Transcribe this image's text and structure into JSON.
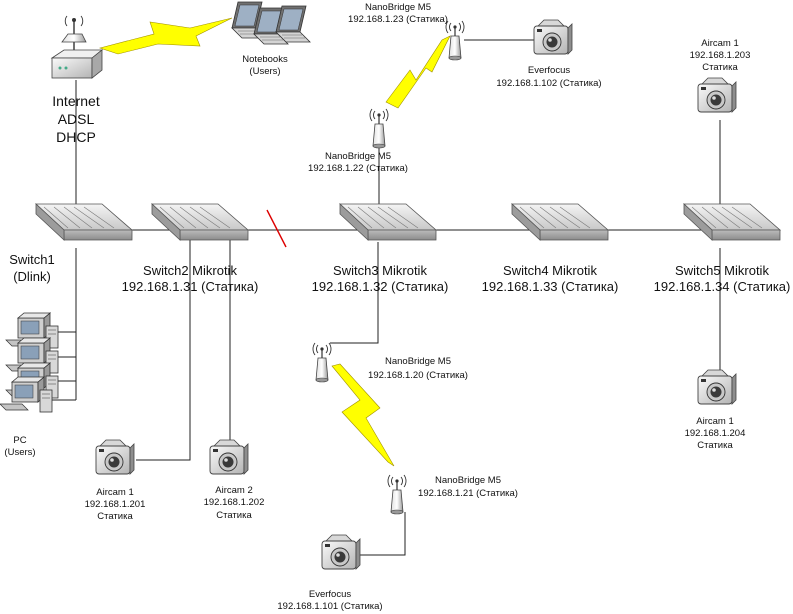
{
  "internet": {
    "line1": "Internet",
    "line2": "ADSL",
    "line3": "DHCP"
  },
  "notebooks": {
    "line1": "Notebooks",
    "line2": "(Users)"
  },
  "pc": {
    "line1": "PC",
    "line2": "(Users)"
  },
  "switch1": {
    "line1": "Switch1",
    "line2": "(Dlink)"
  },
  "switch2": {
    "name": "Switch2 Mikrotik",
    "ip": "192.168.1.31 (Статика)"
  },
  "switch3": {
    "name": "Switch3 Mikrotik",
    "ip": "192.168.1.32 (Статика)"
  },
  "switch4": {
    "name": "Switch4 Mikrotik",
    "ip": "192.168.1.33 (Статика)"
  },
  "switch5": {
    "name": "Switch5 Mikrotik",
    "ip": "192.168.1.34 (Статика)"
  },
  "nb23": {
    "name": "NanoBridge M5",
    "ip": "192.168.1.23 (Статика)"
  },
  "nb22": {
    "name": "NanoBridge M5",
    "ip": "192.168.1.22 (Статика)"
  },
  "nb20": {
    "name": "NanoBridge M5",
    "ip": "192.168.1.20 (Статика)"
  },
  "nb21": {
    "name": "NanoBridge M5",
    "ip": "192.168.1.21 (Статика)"
  },
  "everfocus102": {
    "name": "Everfocus",
    "ip": "192.168.1.102 (Статика)"
  },
  "everfocus101": {
    "name": "Everfocus",
    "ip": "192.168.1.101 (Статика)"
  },
  "aircam203": {
    "name": "Aircam 1",
    "ip": "192.168.1.203",
    "mode": "Статика"
  },
  "aircam204": {
    "name": "Aircam 1",
    "ip": "192.168.1.204",
    "mode": "Статика"
  },
  "aircam201": {
    "name": "Aircam 1",
    "ip": "192.168.1.201",
    "mode": "Статика"
  },
  "aircam202": {
    "name": "Aircam 2",
    "ip": "192.168.1.202",
    "mode": "Статика"
  },
  "colors": {
    "lightning": "#ffff00",
    "break_mark": "#dd0000",
    "wire": "#222222"
  }
}
